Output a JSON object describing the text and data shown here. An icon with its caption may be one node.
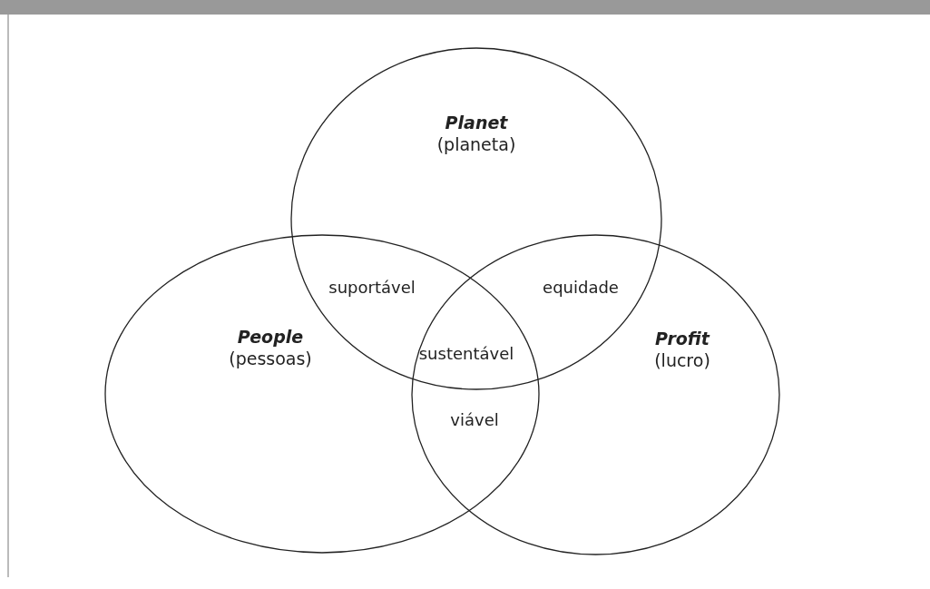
{
  "diagram": {
    "nodes": [
      {
        "text": [
          "Planet",
          "(planeta)"
        ]
      },
      {
        "text": [
          "People",
          "(pessoas)"
        ]
      },
      {
        "text": [
          "Profit",
          "(lucro)"
        ]
      }
    ],
    "labels": [
      "suportável",
      "equidade",
      "sustentável",
      "viável"
    ]
  }
}
